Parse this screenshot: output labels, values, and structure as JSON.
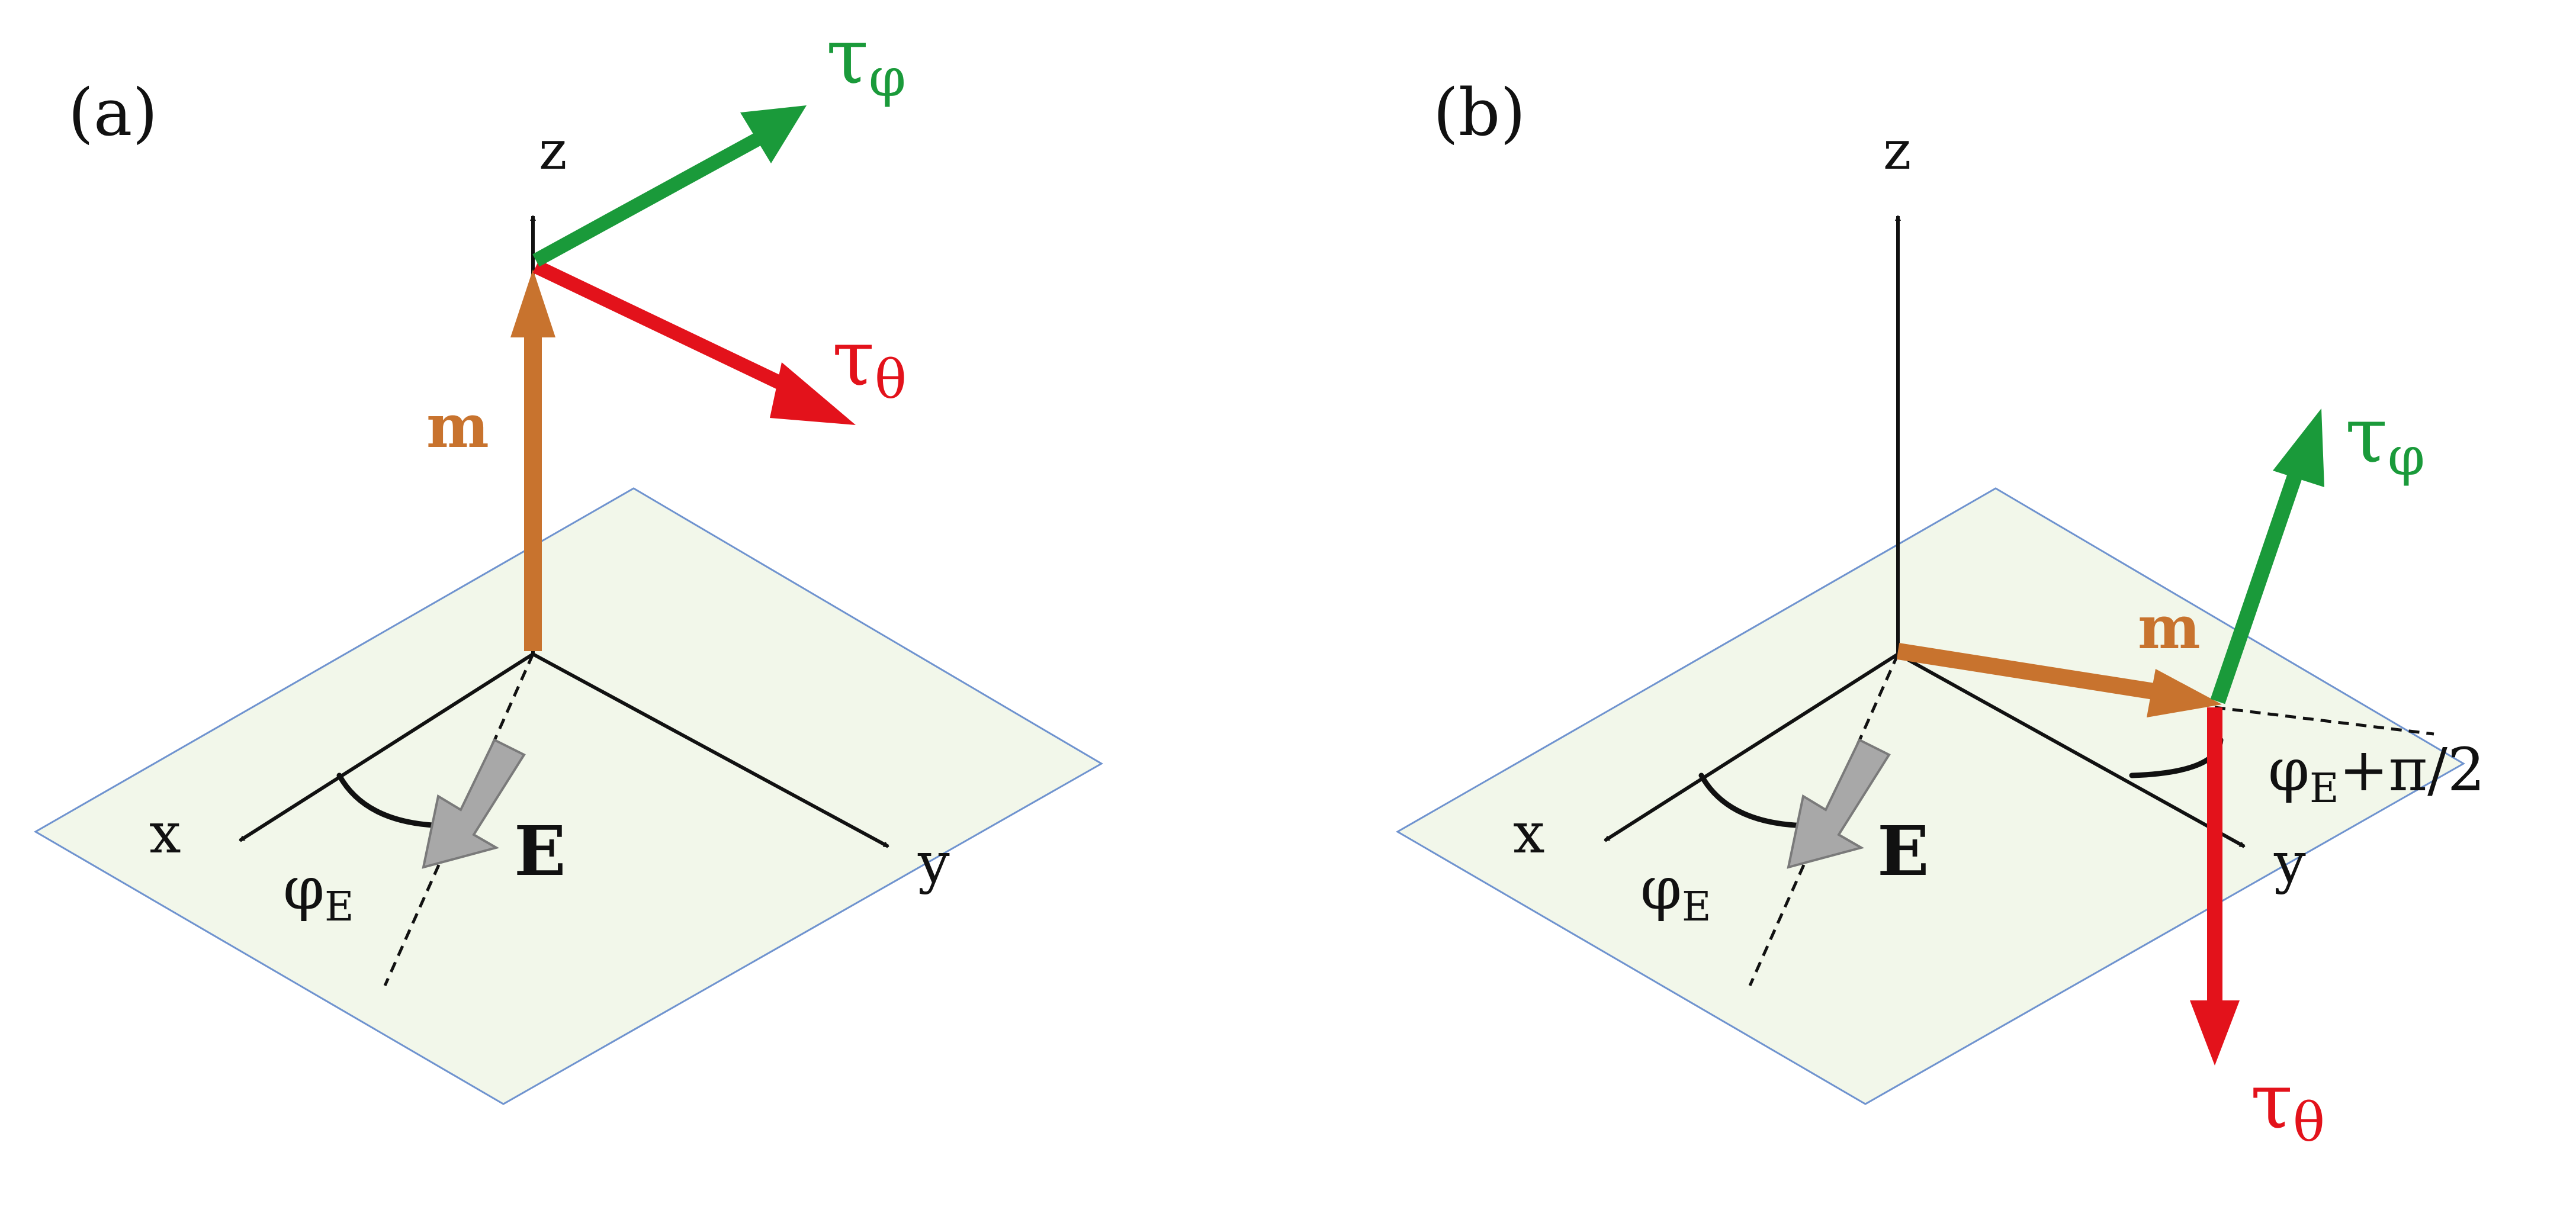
{
  "colors": {
    "plane_fill": "#f2f7ea",
    "plane_stroke": "#6f93cf",
    "m": "#c8732e",
    "tau_phi": "#1a9a3a",
    "tau_theta": "#e3121b",
    "E": "#a8a8a8",
    "axis": "#111111"
  },
  "panels": [
    {
      "tag": "(a)",
      "axes": {
        "x": "x",
        "y": "y",
        "z": "z"
      },
      "vectors": {
        "m": "m",
        "tau_phi": {
          "base": "τ",
          "sub": "φ"
        },
        "tau_theta": {
          "base": "τ",
          "sub": "θ"
        },
        "E": "E"
      },
      "angle": {
        "base": "φ",
        "sub": "E",
        "suffix": ""
      }
    },
    {
      "tag": "(b)",
      "axes": {
        "x": "x",
        "y": "y",
        "z": "z"
      },
      "vectors": {
        "m": "m",
        "tau_phi": {
          "base": "τ",
          "sub": "φ"
        },
        "tau_theta": {
          "base": "τ",
          "sub": "θ"
        },
        "E": "E"
      },
      "angle_e": {
        "base": "φ",
        "sub": "E",
        "suffix": ""
      },
      "angle_m": {
        "base": "φ",
        "sub": "E",
        "suffix": "+π/2"
      }
    }
  ]
}
